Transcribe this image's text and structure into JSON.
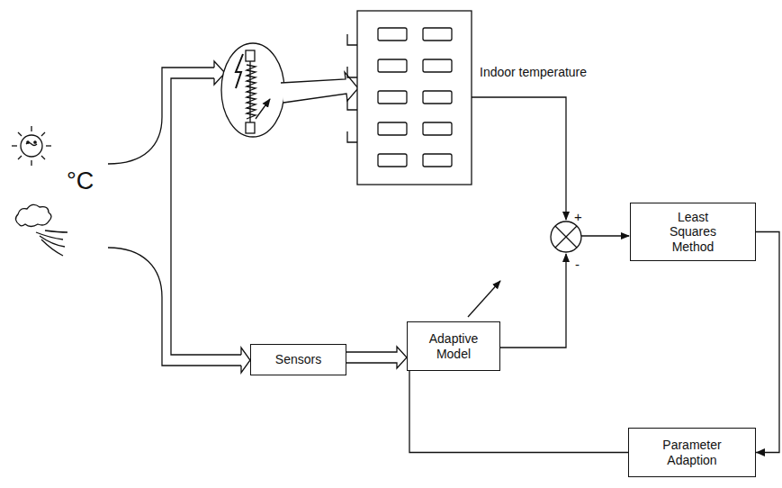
{
  "diagram": {
    "nodes": [
      {
        "text": [
          "Least Squares Method"
        ]
      },
      {
        "text": [
          "Sensors"
        ]
      },
      {
        "text": [
          "Adaptive Model"
        ]
      },
      {
        "text": [
          "Parameter Adaption"
        ]
      }
    ],
    "edges": [
      {
        "from": 1,
        "to": 2,
        "arrow": "to"
      },
      {
        "from": 0,
        "to": 3,
        "arrow": "to"
      },
      {
        "from": 3,
        "to": 2,
        "arrow": "none"
      }
    ],
    "labels": [
      "°C",
      "Indoor temperature",
      "+",
      "-"
    ]
  }
}
